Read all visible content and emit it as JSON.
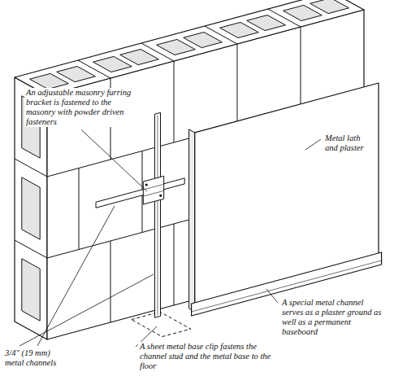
{
  "diagram": {
    "labels": [
      "An adjustable masonry furring bracket is fastened to the masonry with powder driven fasteners",
      "Metal lath and plaster",
      "A special metal channel serves as a plaster ground as well as a permanent baseboard",
      "A sheet metal base clip fastens the channel stud and the metal base to the floor",
      "3/4\" (19 mm) metal channels"
    ]
  }
}
